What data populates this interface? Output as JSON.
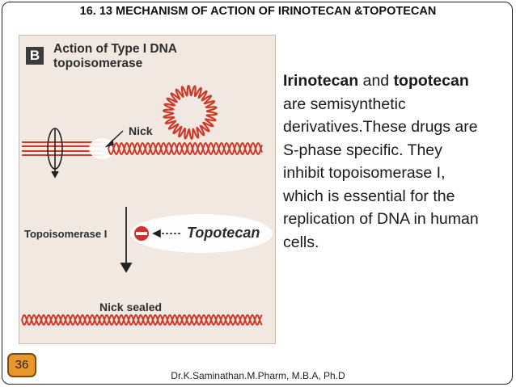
{
  "slide": {
    "title": "16. 13  MECHANISM OF ACTION OF IRINOTECAN &TOPOTECAN",
    "page_number": "36",
    "footer": "Dr.K.Saminathan.M.Pharm, M.B.A, Ph.D"
  },
  "figure": {
    "tag": "B",
    "heading_line1": "Action of Type I DNA",
    "heading_line2": "topoisomerase",
    "label_nick": "Nick",
    "label_enzyme": "Topoisomerase I",
    "label_drug": "Topotecan",
    "label_sealed": "Nick sealed",
    "colors": {
      "dna": "#cc3a2a",
      "inhibit": "#d92c2c",
      "background": "#f1e9e1"
    },
    "icons": [
      "rotation-arrow-icon",
      "down-arrow-icon",
      "inhibit-icon",
      "left-arrow-icon"
    ]
  },
  "body": {
    "drug1": "Irinotecan",
    "text1": " and ",
    "drug2": "topotecan",
    "text2": " are semisynthetic derivatives.These drugs are S-phase specific. They inhibit topoisomerase I, which is essential for the replication of DNA in human cells."
  }
}
